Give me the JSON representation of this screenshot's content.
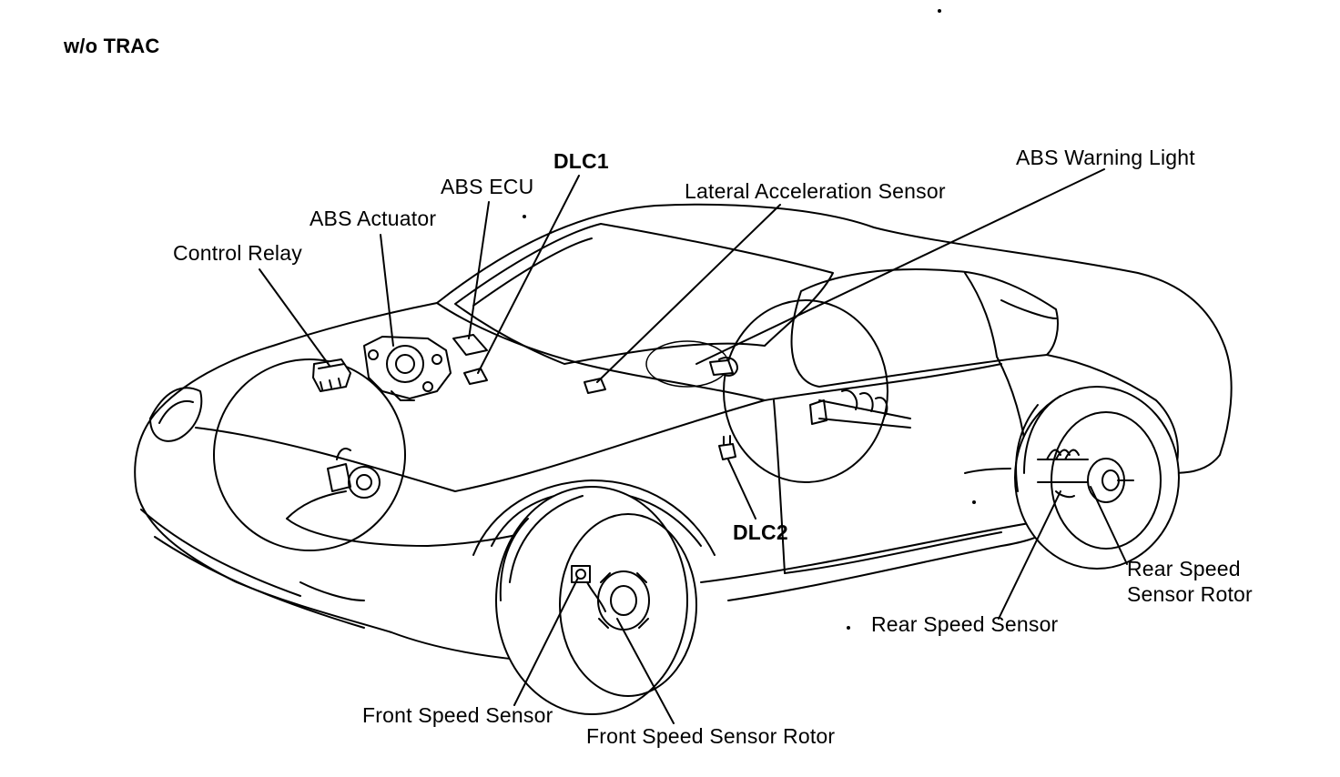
{
  "heading": "w/o TRAC",
  "labels": {
    "dlc1": "DLC1",
    "abs_ecu": "ABS  ECU",
    "abs_actuator": "ABS  Actuator",
    "control_relay": "Control Relay",
    "lateral_acceleration_sensor": "Lateral Acceleration Sensor",
    "abs_warning_light": "ABS Warning Light",
    "dlc2": "DLC2",
    "rear_speed_sensor_rotor_line1": "Rear Speed",
    "rear_speed_sensor_rotor_line2": "Sensor Rotor",
    "rear_speed_sensor": "Rear Speed Sensor",
    "front_speed_sensor": "Front Speed Sensor",
    "front_speed_sensor_rotor": "Front Speed Sensor Rotor"
  }
}
